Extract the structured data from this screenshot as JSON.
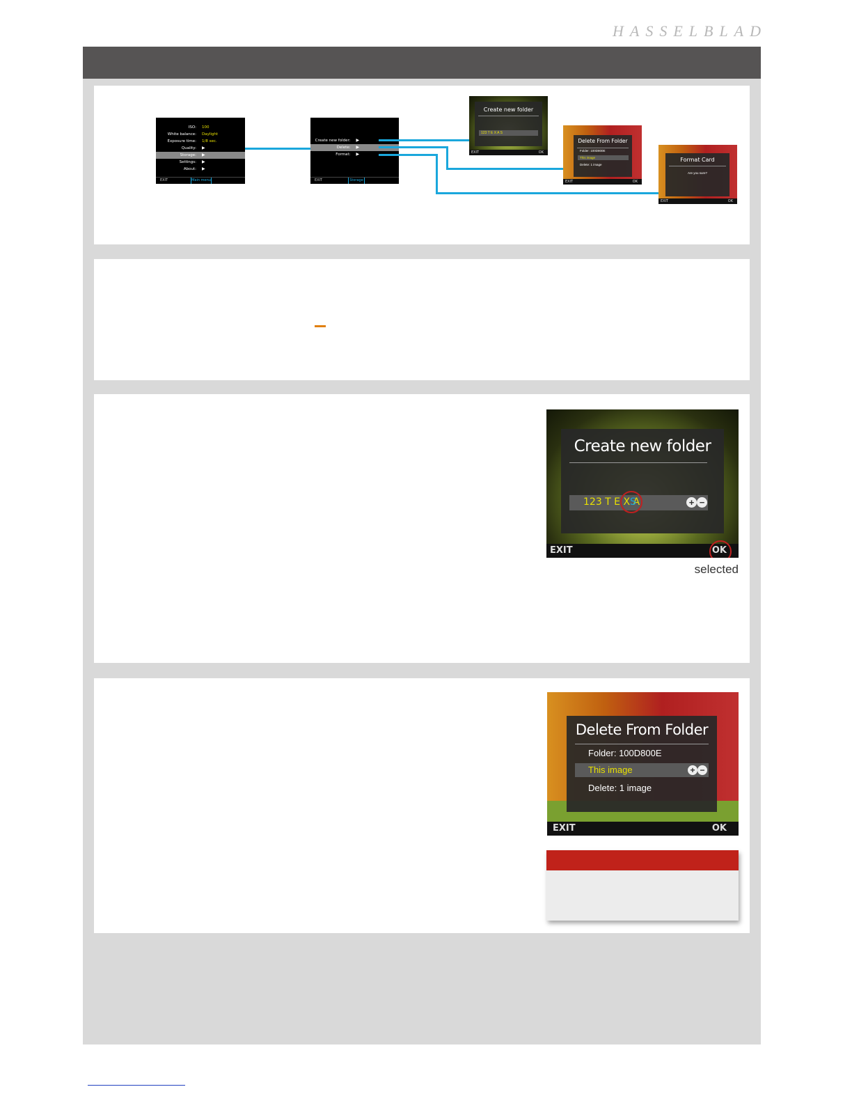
{
  "brand": "HASSELBLAD",
  "diagram": {
    "main_menu": {
      "rows": [
        {
          "label": "ISO:",
          "value": "100"
        },
        {
          "label": "White balance:",
          "value": "Daylight"
        },
        {
          "label": "Exposure time:",
          "value": "1/8 sec."
        },
        {
          "label": "Quality:",
          "value": "▶"
        },
        {
          "label": "Storage:",
          "value": "▶"
        },
        {
          "label": "Settings:",
          "value": "▶"
        },
        {
          "label": "About:",
          "value": "▶"
        }
      ],
      "exit": "EXIT",
      "footer_title": "Main menu"
    },
    "storage_menu": {
      "rows": [
        {
          "label": "Create new folder:",
          "value": "▶"
        },
        {
          "label": "Delete:",
          "value": "▶"
        },
        {
          "label": "Format:",
          "value": "▶"
        }
      ],
      "exit": "EXIT",
      "footer_title": "Storage"
    },
    "create_thumb": {
      "title": "Create new folder",
      "value": "123 T E X A S",
      "exit": "EXIT",
      "ok": "OK"
    },
    "delete_thumb": {
      "title": "Delete From Folder",
      "folder": "Folder: 100D800E",
      "selected": "This image",
      "delete": "Delete: 1 image",
      "exit": "EXIT",
      "ok": "OK"
    },
    "format_thumb": {
      "title": "Format Card",
      "question": "Are you sure?",
      "exit": "EXIT",
      "ok": "OK"
    }
  },
  "create_folder_screen": {
    "title": "Create new folder",
    "value_prefix": "123 T E X A",
    "value_cursor": "S",
    "exit": "EXIT",
    "ok": "OK",
    "caption": "selected"
  },
  "delete_folder_screen": {
    "title": "Delete From Folder",
    "folder": "Folder:  100D800E",
    "selected": "This image",
    "delete": "Delete: 1 image",
    "exit": "EXIT",
    "ok": "OK"
  }
}
